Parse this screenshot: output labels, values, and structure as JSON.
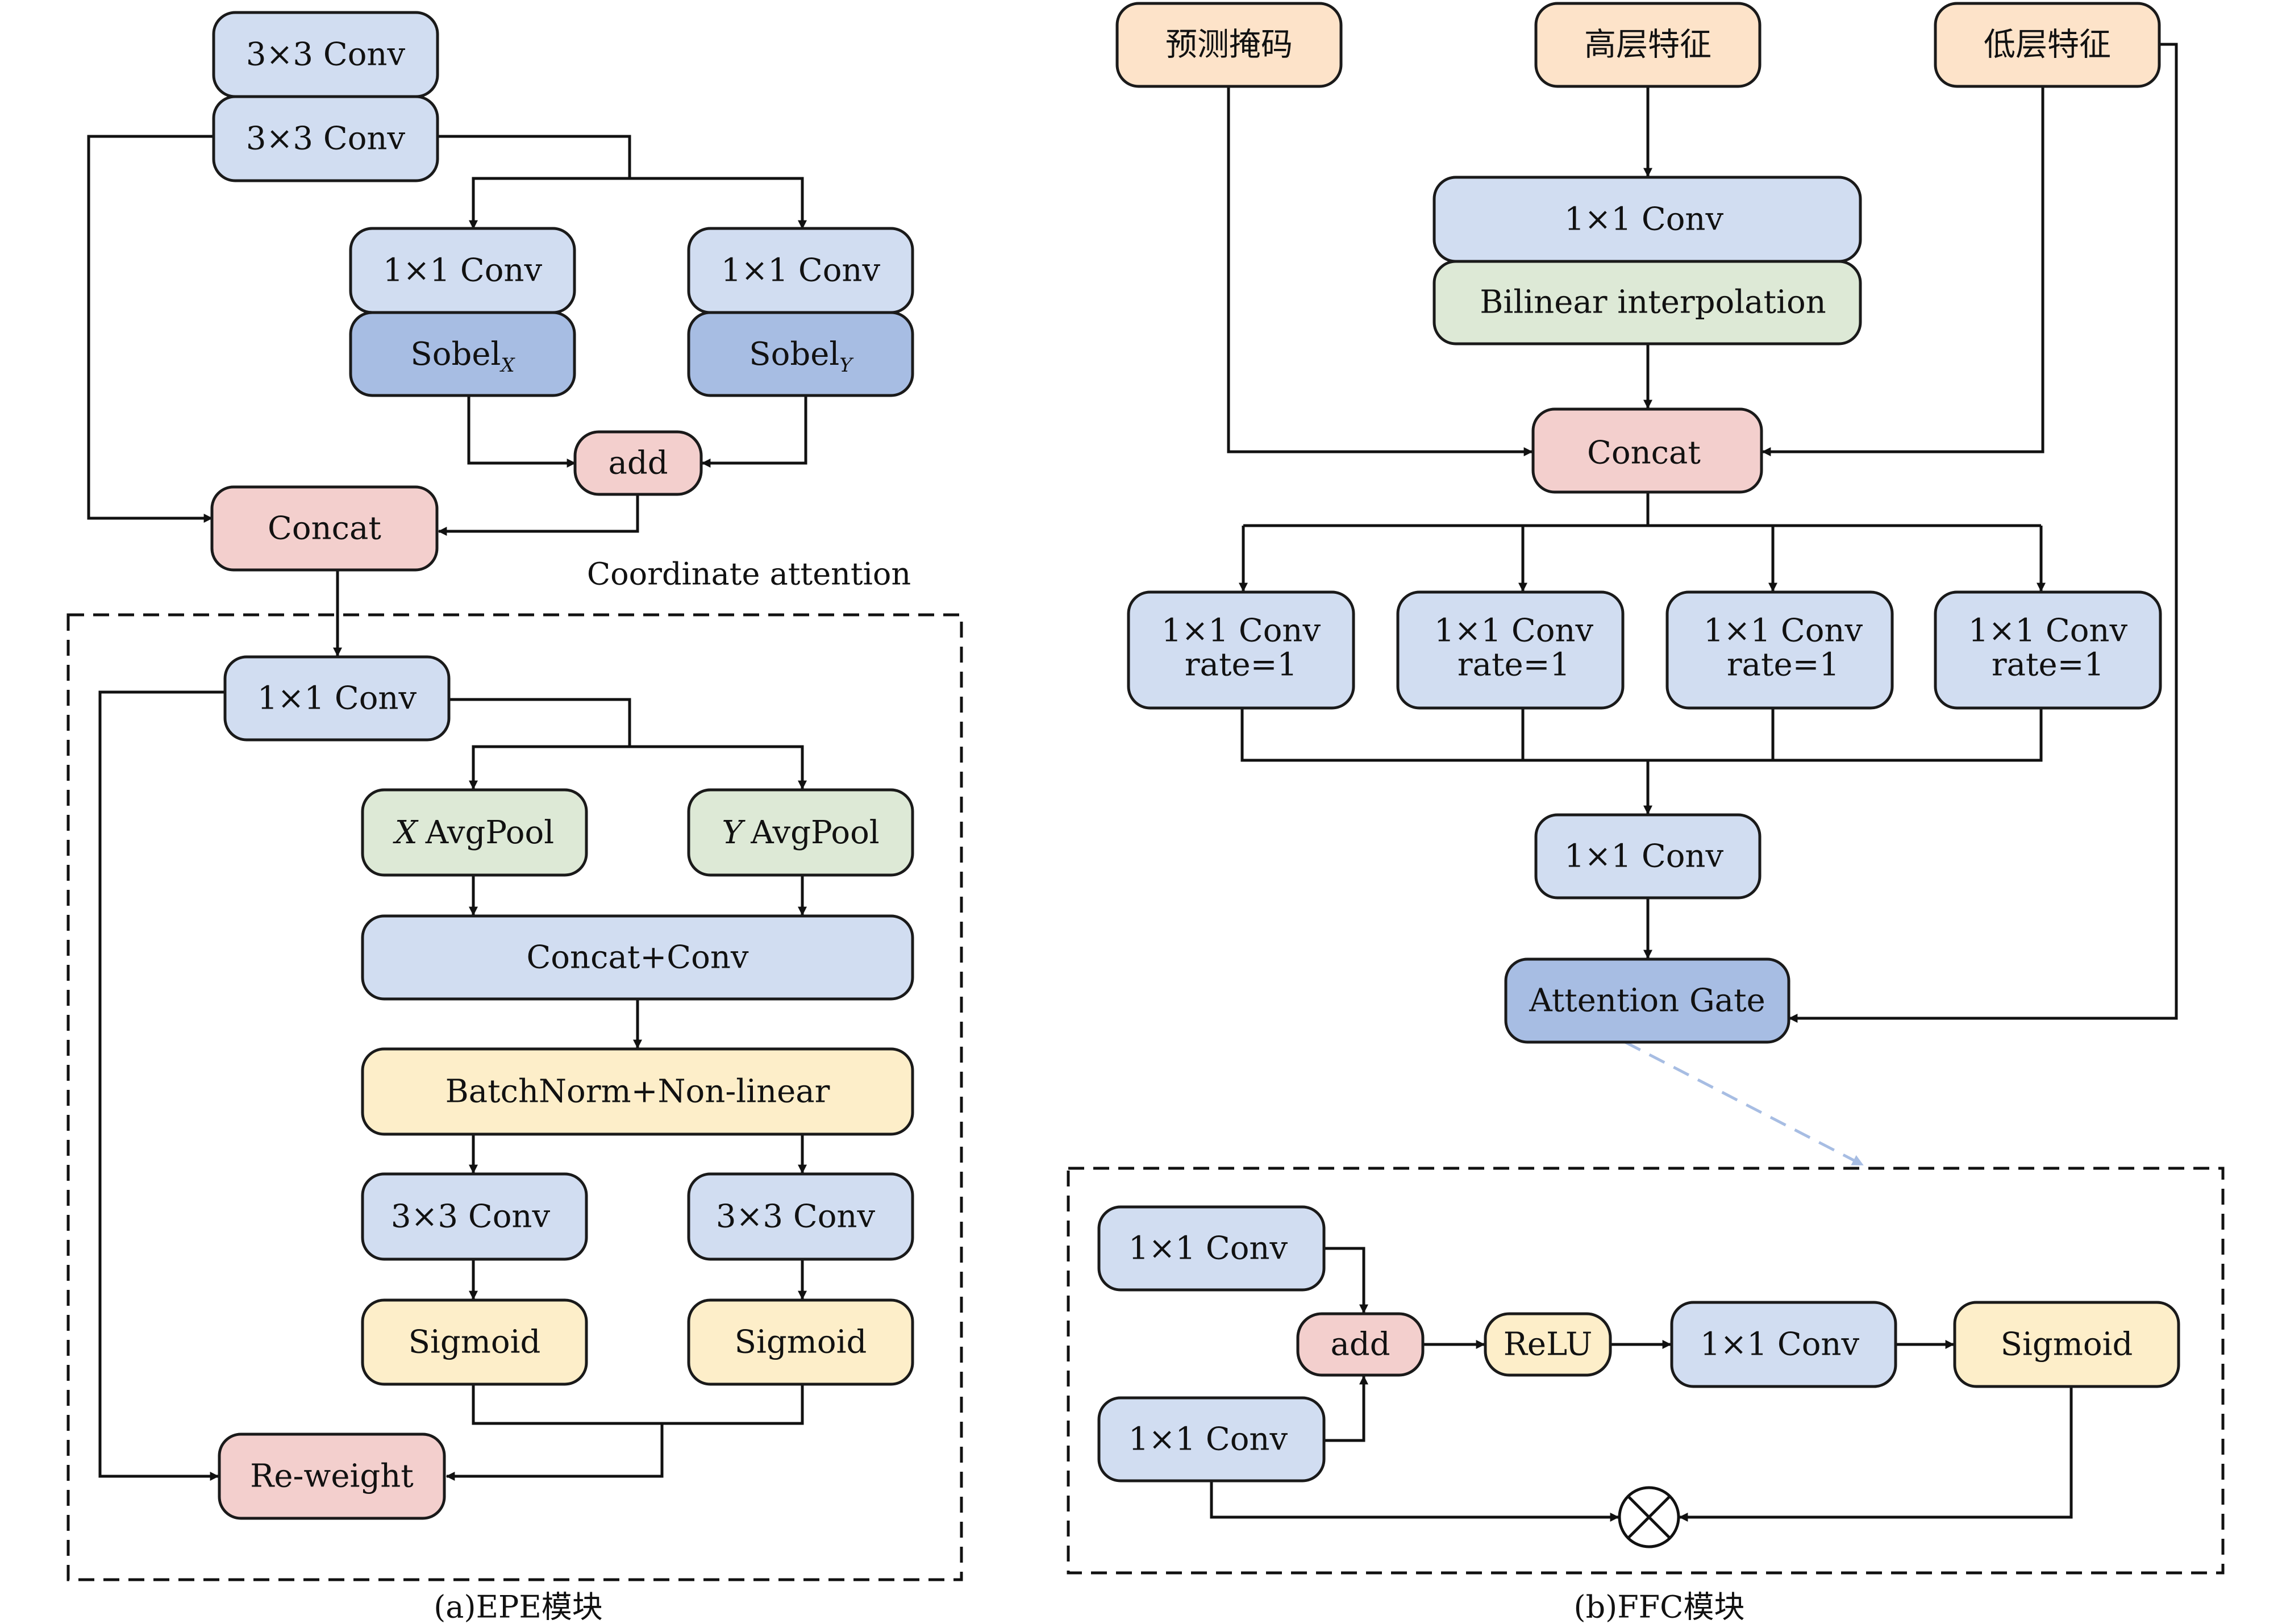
{
  "colors": {
    "blue": "#d1ddf1",
    "dark_blue": "#a7bde3",
    "green": "#dde9d6",
    "pink": "#f3cfcd",
    "yellow": "#fdeec9",
    "peach": "#fde3c9",
    "line": "#111111",
    "link": "#a7bde3"
  },
  "epe": {
    "conv3_top": "3×3 Conv",
    "conv3_bottom": "3×3 Conv",
    "conv1_left": "1×1 Conv",
    "conv1_right": "1×1 Conv",
    "sobel_x": "Sobel",
    "sobel_x_sub": "X",
    "sobel_y": "Sobel",
    "sobel_y_sub": "Y",
    "add": "add",
    "concat": "Concat",
    "coordinate_attention_label": "Coordinate attention",
    "ca_conv1": "1×1 Conv",
    "x_avgpool_axis": "X",
    "x_avgpool": "AvgPool",
    "y_avgpool_axis": "Y",
    "y_avgpool": "AvgPool",
    "concat_conv": "Concat+Conv",
    "batchnorm": "BatchNorm+Non-linear",
    "conv3_left": "3×3 Conv",
    "conv3_right": "3×3 Conv",
    "sigmoid_left": "Sigmoid",
    "sigmoid_right": "Sigmoid",
    "reweight": "Re-weight",
    "caption": "(a)EPE模块"
  },
  "ffc": {
    "input_mask": "预测掩码",
    "input_high": "高层特征",
    "input_low": "低层特征",
    "conv1_top": "1×1 Conv",
    "bilinear": "Bilinear interpolation",
    "concat": "Concat",
    "branches": [
      {
        "conv": "1×1 Conv",
        "rate": "rate=1"
      },
      {
        "conv": "1×1 Conv",
        "rate": "rate=1"
      },
      {
        "conv": "1×1 Conv",
        "rate": "rate=1"
      },
      {
        "conv": "1×1 Conv",
        "rate": "rate=1"
      }
    ],
    "conv1_merge": "1×1 Conv",
    "attention_gate": "Attention Gate",
    "ag_conv_top": "1×1 Conv",
    "ag_conv_bottom": "1×1 Conv",
    "ag_add": "add",
    "ag_relu": "ReLU",
    "ag_conv_mid": "1×1 Conv",
    "ag_sigmoid": "Sigmoid",
    "caption": "(b)FFC模块"
  }
}
